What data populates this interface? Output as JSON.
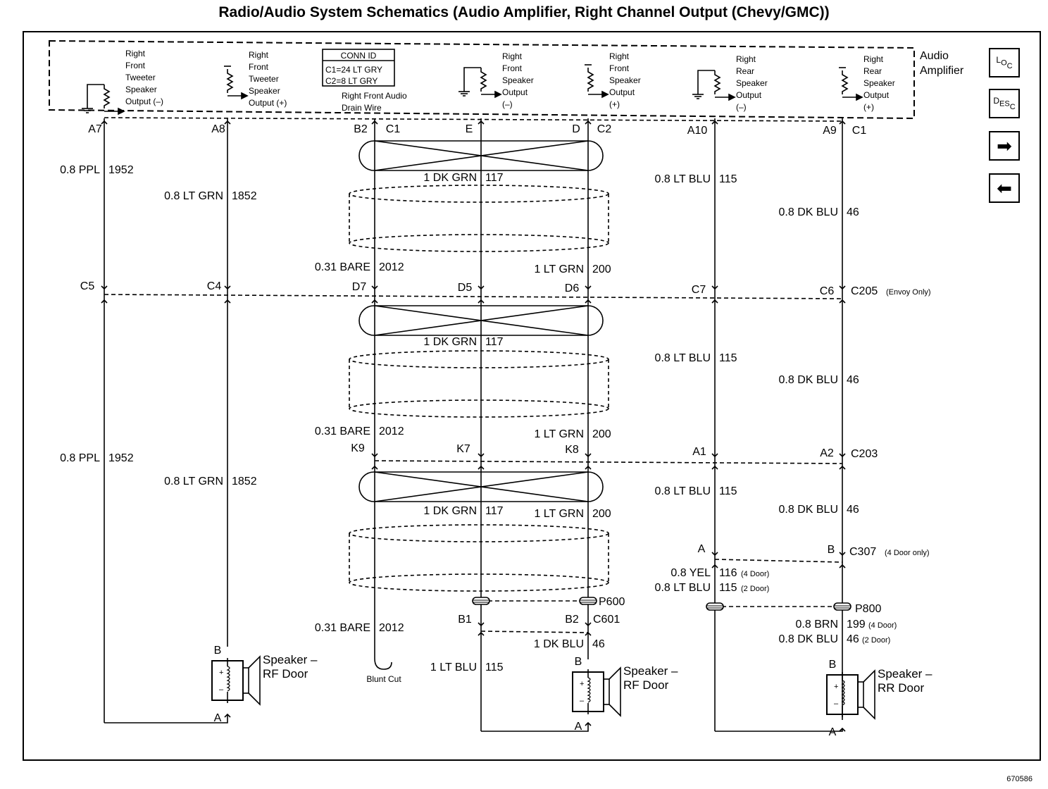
{
  "title": "Radio/Audio System Schematics (Audio Amplifier, Right Channel Output (Chevy/GMC))",
  "figure_number": "670586",
  "nav": {
    "loc": [
      "L",
      "O",
      "C"
    ],
    "desc": [
      "D",
      "E",
      "S",
      "C"
    ],
    "forward_glyph": "➡",
    "back_glyph": "⬅"
  },
  "amplifier": {
    "name_line1": "Audio",
    "name_line2": "Amplifier",
    "conn_id_header": "CONN ID",
    "conn_c1": "C1=24 LT GRY",
    "conn_c2": "C2=8 LT GRY",
    "drain_wire_line1": "Right Front Audio",
    "drain_wire_line2": "Drain Wire",
    "outputs": [
      {
        "lines": [
          "Right",
          "Front",
          "Tweeter",
          "Speaker",
          "Output (–)"
        ]
      },
      {
        "lines": [
          "Right",
          "Front",
          "Tweeter",
          "Speaker",
          "Output (+)"
        ]
      },
      {
        "lines": [
          "Right",
          "Front",
          "Speaker",
          "Output",
          "(–)"
        ]
      },
      {
        "lines": [
          "Right",
          "Front",
          "Speaker",
          "Output",
          "(+)"
        ]
      },
      {
        "lines": [
          "Right",
          "Rear",
          "Speaker",
          "Output",
          "(–)"
        ]
      },
      {
        "lines": [
          "Right",
          "Rear",
          "Speaker",
          "Output",
          "(+)"
        ]
      }
    ]
  },
  "pins_top": [
    "A7",
    "A8",
    "B2",
    "C1",
    "E",
    "D",
    "C2",
    "A10",
    "A9",
    "C1"
  ],
  "connectors": {
    "c205": {
      "pins": [
        "C5",
        "C4",
        "D7",
        "D5",
        "D6",
        "C7",
        "C6"
      ],
      "label": "C205",
      "note": "(Envoy Only)"
    },
    "c203": {
      "pins": [
        "K9",
        "K7",
        "K8",
        "A1",
        "A2"
      ],
      "label": "C203"
    },
    "c307": {
      "pins": [
        "A",
        "B"
      ],
      "label": "C307",
      "note": "(4 Door only)"
    },
    "c601": {
      "pins": [
        "B1",
        "B2"
      ],
      "label": "C601"
    },
    "p600": "P600",
    "p800": "P800"
  },
  "wires": {
    "w1952a": [
      "0.8 PPL",
      "1952"
    ],
    "w1852a": [
      "0.8 LT GRN",
      "1852"
    ],
    "w117a": [
      "1 DK GRN",
      "117"
    ],
    "w115a": [
      "0.8 LT BLU",
      "115"
    ],
    "w46a": [
      "0.8 DK BLU",
      "46"
    ],
    "w2012a": [
      "0.31 BARE",
      "2012"
    ],
    "w200a": [
      "1 LT GRN",
      "200"
    ],
    "w117b": [
      "1 DK GRN",
      "117"
    ],
    "w115b": [
      "0.8 LT BLU",
      "115"
    ],
    "w46b": [
      "0.8 DK BLU",
      "46"
    ],
    "w2012b": [
      "0.31 BARE",
      "2012"
    ],
    "w200b": [
      "1 LT GRN",
      "200"
    ],
    "w1952b": [
      "0.8 PPL",
      "1952"
    ],
    "w1852b": [
      "0.8 LT GRN",
      "1852"
    ],
    "w115c": [
      "0.8 LT BLU",
      "115"
    ],
    "w46c": [
      "0.8 DK BLU",
      "46"
    ],
    "w117c": [
      "1 DK GRN",
      "117"
    ],
    "w200c": [
      "1 LT GRN",
      "200"
    ],
    "w116": [
      "0.8 YEL",
      "116",
      "(4 Door)"
    ],
    "w115d": [
      "0.8 LT BLU",
      "115",
      "(2 Door)"
    ],
    "w2012c": [
      "0.31 BARE",
      "2012"
    ],
    "w46d": [
      "1 DK BLU",
      "46"
    ],
    "w115e": [
      "1 LT BLU",
      "115"
    ],
    "w199": [
      "0.8 BRN",
      "199",
      "(4 Door)"
    ],
    "w46e": [
      "0.8 DK BLU",
      "46",
      "(2 Door)"
    ]
  },
  "blunt_cut": "Blunt Cut",
  "speakers": [
    {
      "name": "Speaker –",
      "loc": "RF Door",
      "pin_top": "B",
      "pin_bottom": "A"
    },
    {
      "name": "Speaker –",
      "loc": "RF Door",
      "pin_top": "B",
      "pin_bottom": "A"
    },
    {
      "name": "Speaker –",
      "loc": "RR Door",
      "pin_top": "B",
      "pin_bottom": "A"
    }
  ],
  "polarity": {
    "plus": "+",
    "minus": "–"
  }
}
